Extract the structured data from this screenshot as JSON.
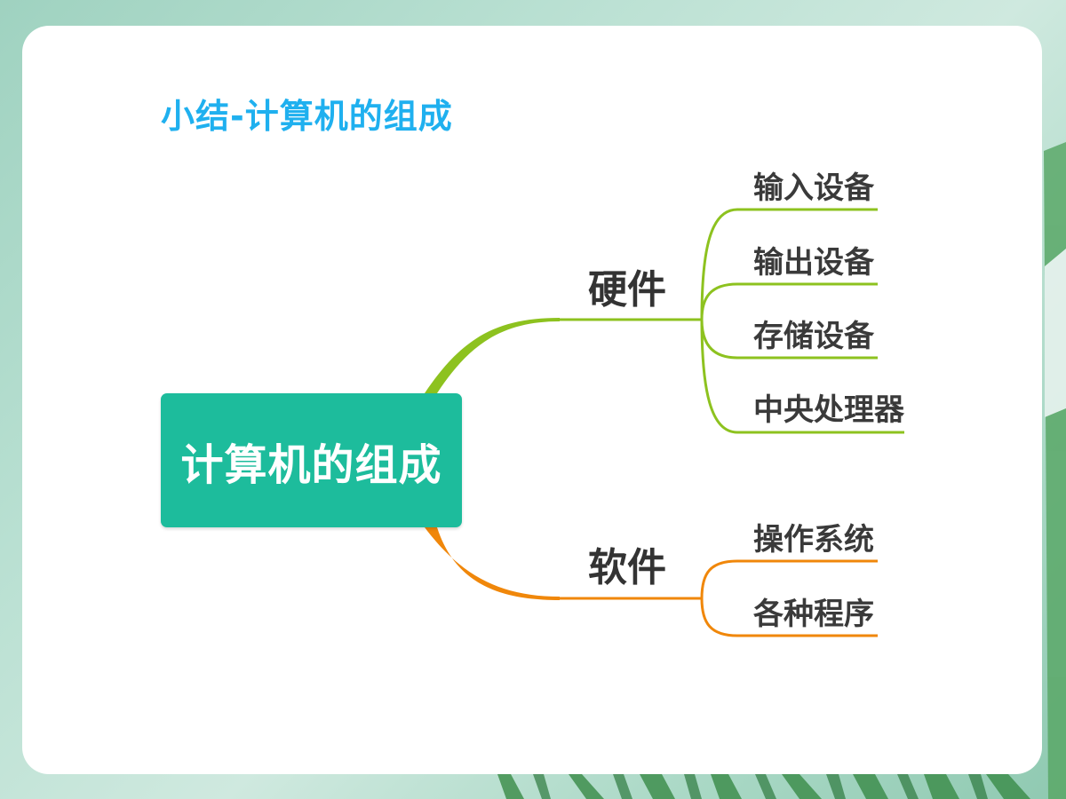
{
  "page": {
    "title": "小结-计算机的组成"
  },
  "mindmap": {
    "root": "计算机的组成",
    "branches": [
      {
        "label": "硬件",
        "color": "#8dc21f",
        "children": [
          "输入设备",
          "输出设备",
          "存储设备",
          "中央处理器"
        ]
      },
      {
        "label": "软件",
        "color": "#f0870a",
        "children": [
          "操作系统",
          "各种程序"
        ]
      }
    ]
  },
  "colors": {
    "title": "#1fb0ef",
    "root_fill": "#1dbc9c",
    "card": "#ffffff"
  }
}
